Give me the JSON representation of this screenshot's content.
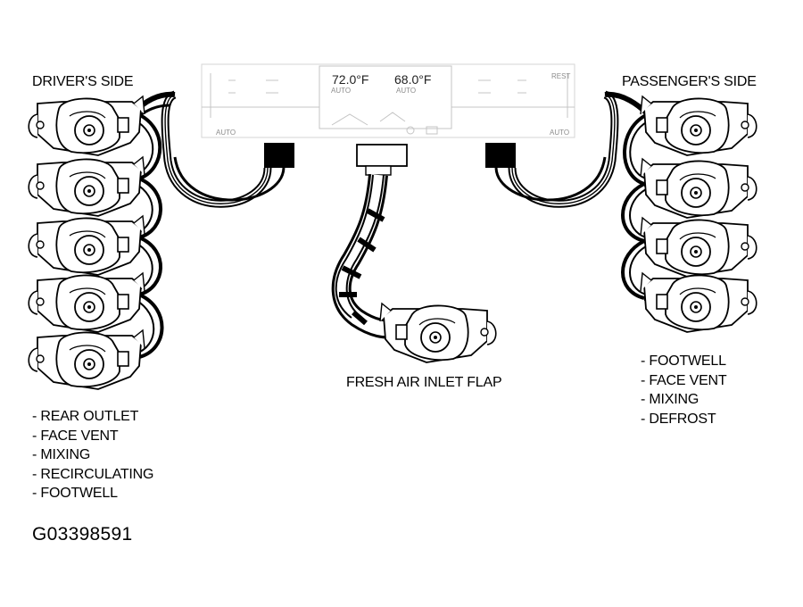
{
  "driver_side": {
    "heading": "DRIVER'S SIDE",
    "items": [
      "- REAR OUTLET",
      "- FACE VENT",
      "- MIXING",
      "- RECIRCULATING",
      "- FOOTWELL"
    ]
  },
  "passenger_side": {
    "heading": "PASSENGER'S SIDE",
    "items": [
      "- FOOTWELL",
      "- FACE VENT",
      "- MIXING",
      "- DEFROST"
    ]
  },
  "center": {
    "label": "FRESH AIR INLET FLAP"
  },
  "control_panel": {
    "left_temp": "72.0°F",
    "right_temp": "68.0°F",
    "left_mode": "AUTO",
    "right_mode": "AUTO",
    "left_button": "AUTO",
    "right_button": "AUTO",
    "rest_button": "REST"
  },
  "figure_id": "G03398591",
  "colors": {
    "ink": "#000000",
    "paper": "#ffffff",
    "panel_lines": "#bdbdbd"
  }
}
